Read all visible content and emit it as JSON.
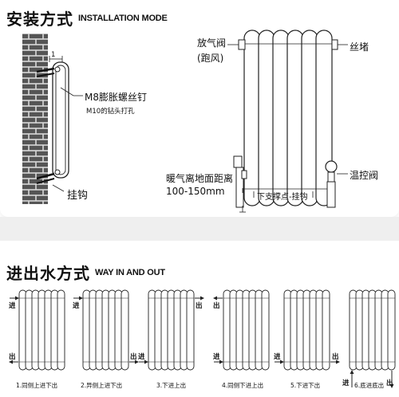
{
  "install": {
    "title_cn": "安装方式",
    "title_en": "INSTALLATION MODE",
    "labels": {
      "dim_1": "1",
      "bolt": "M8膨胀螺丝钉",
      "drill": "M10的钻头打孔",
      "hook": "挂钩",
      "vent_valve": "放气阀",
      "vent_valve_alias": "(跑风)",
      "plug": "丝堵",
      "floor_distance": "暖气离地面距离",
      "floor_distance_value": "100-150mm",
      "temp_valve": "温控阀",
      "support_hook": "下支撑点-挂钩"
    }
  },
  "flow": {
    "title_cn": "进出水方式",
    "title_en": "WAY IN AND OUT",
    "in_label": "进",
    "out_label": "出",
    "methods": [
      {
        "caption": "1.同侧上进下出"
      },
      {
        "caption": "2.异侧上进下出"
      },
      {
        "caption": "3.下进上出"
      },
      {
        "caption": "4.同侧下进上出"
      },
      {
        "caption": "5.下进下出"
      },
      {
        "caption": "6.底进底出"
      }
    ]
  },
  "colors": {
    "brick": "#555555",
    "line": "#222222",
    "gap": "#efefef"
  }
}
